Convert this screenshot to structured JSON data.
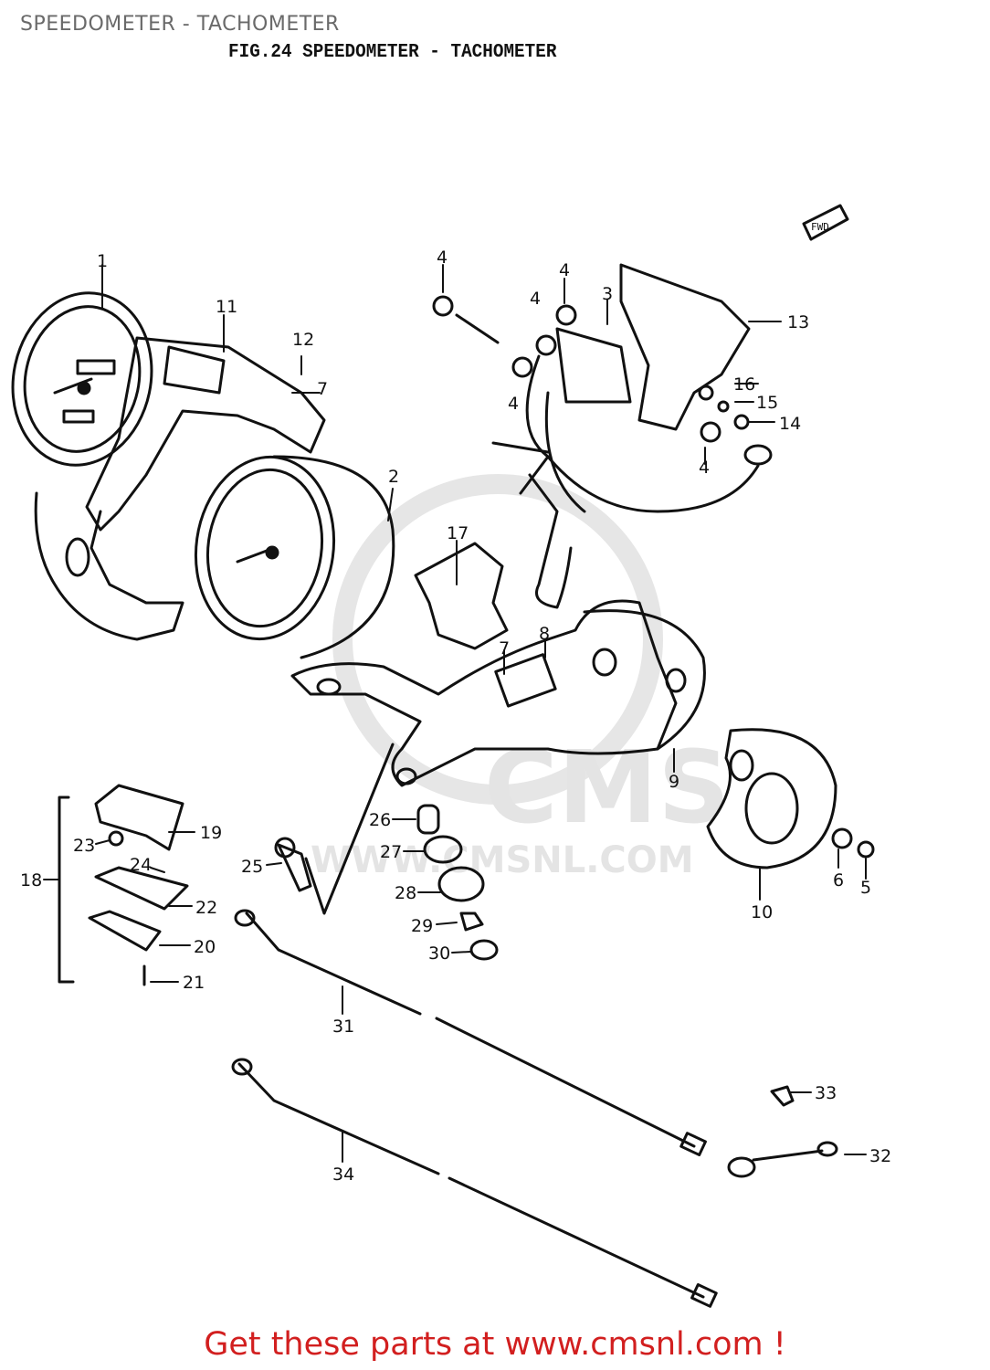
{
  "header": {
    "title": "SPEEDOMETER - TACHOMETER"
  },
  "figure": {
    "title": "FIG.24  SPEEDOMETER - TACHOMETER",
    "fwd_tag": "FWD"
  },
  "watermark": {
    "brand": "CMS",
    "url": "WWW.CMSNL.COM"
  },
  "footer": {
    "text": "Get these parts at www.cmsnl.com !"
  },
  "callouts": [
    "1",
    "2",
    "3",
    "4",
    "4",
    "4",
    "4",
    "4",
    "5",
    "6",
    "7",
    "7",
    "8",
    "9",
    "10",
    "11",
    "12",
    "13",
    "14",
    "15",
    "16",
    "17",
    "18",
    "19",
    "20",
    "21",
    "22",
    "23",
    "24",
    "25",
    "26",
    "27",
    "28",
    "29",
    "30",
    "31",
    "32",
    "33",
    "34"
  ],
  "colors": {
    "line": "#111111",
    "footer": "#d21f1f",
    "header": "#6a6a6a",
    "watermark": "#e4e4e4"
  }
}
